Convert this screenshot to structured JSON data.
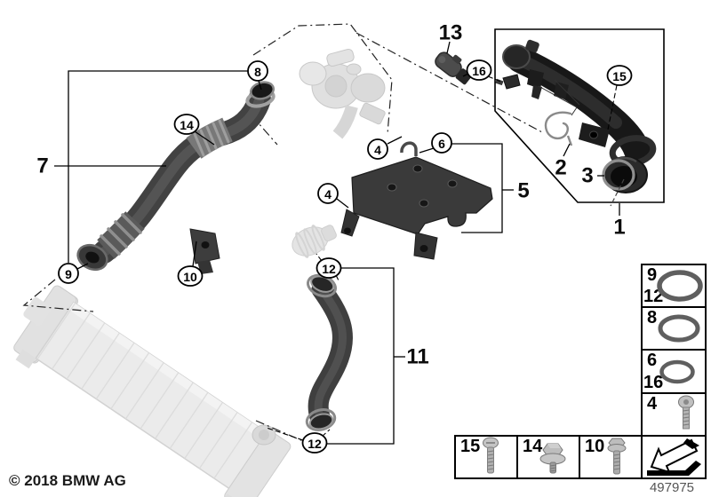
{
  "footer": {
    "copyright": "© 2018 BMW AG",
    "diagram_number": "497975"
  },
  "callouts": [
    {
      "label": "8"
    },
    {
      "label": "14"
    },
    {
      "label": "16"
    },
    {
      "label": "15"
    },
    {
      "label": "4"
    },
    {
      "label": "6"
    },
    {
      "label": "4"
    },
    {
      "label": "9"
    },
    {
      "label": "10"
    },
    {
      "label": "12"
    },
    {
      "label": "12"
    }
  ],
  "labels": [
    {
      "text": "7"
    },
    {
      "text": "13"
    },
    {
      "text": "2"
    },
    {
      "text": "3"
    },
    {
      "text": "1"
    },
    {
      "text": "5"
    },
    {
      "text": "11"
    }
  ],
  "legend": {
    "right_column": [
      {
        "numbers": [
          "9",
          "12"
        ],
        "icon": "o-ring-large"
      },
      {
        "numbers": [
          "8"
        ],
        "icon": "o-ring-medium"
      },
      {
        "numbers": [
          "6",
          "16"
        ],
        "icon": "o-ring-small"
      },
      {
        "numbers": [
          "4"
        ],
        "icon": "torx-pan-screw"
      },
      {
        "numbers": [],
        "icon": "direction-arrow"
      }
    ],
    "bottom_row": [
      {
        "numbers": [
          "15"
        ],
        "icon": "pan-head-screw"
      },
      {
        "numbers": [
          "14"
        ],
        "icon": "hex-bolt-washer"
      },
      {
        "numbers": [
          "10"
        ],
        "icon": "hex-flange-screw"
      }
    ]
  },
  "colors": {
    "part_dark": "#1f1f1f",
    "part_gray": "#474747",
    "ghost_gray": "#e4e4e4",
    "oring_gray": "#5f5f5f"
  }
}
